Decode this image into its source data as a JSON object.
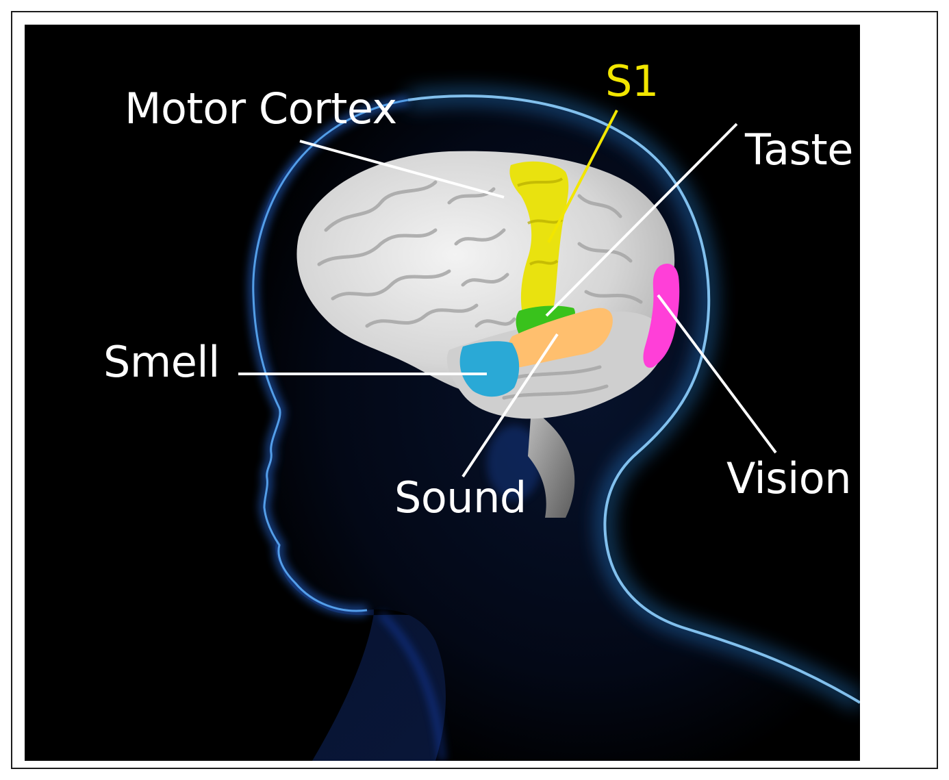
{
  "labels": {
    "motor_cortex": "Motor Cortex",
    "s1": "S1",
    "taste": "Taste",
    "smell": "Smell",
    "sound": "Sound",
    "vision": "Vision"
  },
  "colors": {
    "background": "#000000",
    "label_text": "#ffffff",
    "s1_label": "#f2e600",
    "s1_region": "#e9e20f",
    "taste_region": "#39c21c",
    "sound_region": "#ffbf6e",
    "smell_region": "#2aa9d6",
    "vision_region": "#ff3fd8",
    "brain": "#d9d9d9",
    "head_glow": "#2f9bff"
  },
  "icons": [
    "human-head-silhouette",
    "brain"
  ]
}
